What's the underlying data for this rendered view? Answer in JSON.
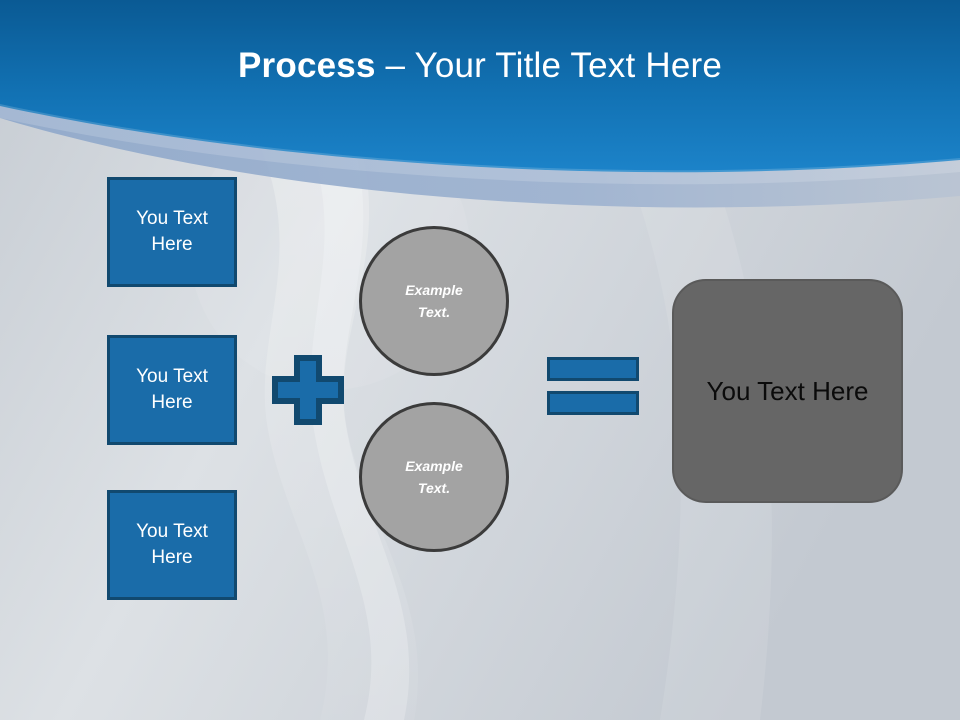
{
  "slide": {
    "title_bold": "Process",
    "title_separator": " – ",
    "title_rest": "Your Title Text Here",
    "colors": {
      "header_blue_top": "#0a5a94",
      "header_blue_bottom": "#1c83c9",
      "swoosh_band": "#92aacb",
      "body_gray": "#c3c9d1",
      "accent_blue": "#1a6ca9",
      "accent_blue_dark": "#11496f",
      "circle_gray": "#a3a3a3",
      "circle_border": "#3b3b3b",
      "result_gray": "#666666",
      "text_white": "#ffffff",
      "text_black": "#0b0b0b"
    }
  },
  "inputs": [
    {
      "line1": "You Text",
      "line2": "Here"
    },
    {
      "line1": "You Text",
      "line2": "Here"
    },
    {
      "line1": "You Text",
      "line2": "Here"
    }
  ],
  "operators": {
    "plus": "+",
    "equals": "="
  },
  "circles": [
    {
      "line1": "Example",
      "line2": "Text."
    },
    {
      "line1": "Example",
      "line2": "Text."
    }
  ],
  "result": {
    "label": "You Text Here"
  }
}
